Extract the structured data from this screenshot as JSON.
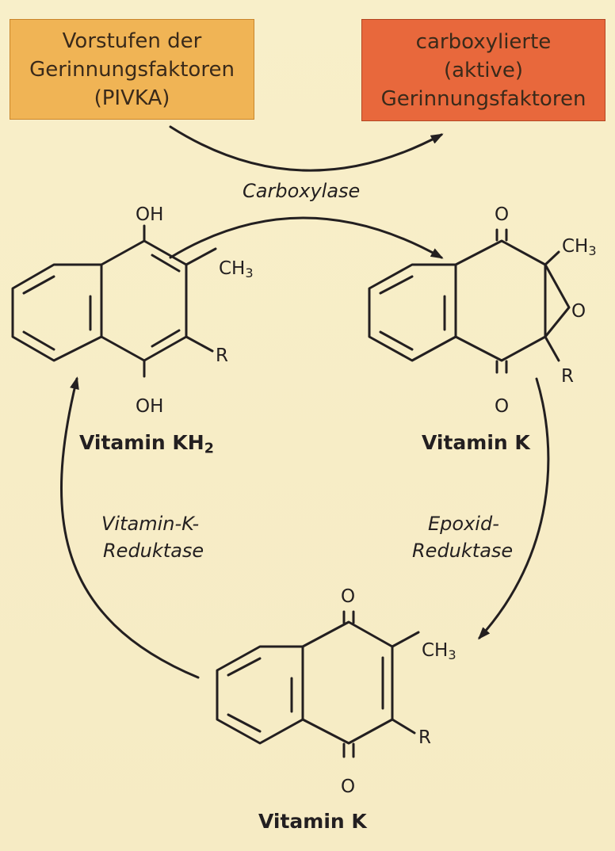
{
  "boxes": {
    "left_line1": "Vorstufen der",
    "left_line2": "Gerinnungsfaktoren",
    "left_line3": "(PIVKA)",
    "right_line1": "carboxylierte",
    "right_line2": "(aktive)",
    "right_line3": "Gerinnungsfaktoren"
  },
  "enzymes": {
    "carboxylase": "Carboxylase",
    "reduktase_left_1": "Vitamin-K-",
    "reduktase_left_2": "Reduktase",
    "epoxid_1": "Epoxid-",
    "epoxid_2": "Reduktase"
  },
  "molecules": {
    "hydroquinone": {
      "name": "Vitamin KH",
      "name_sub": "2",
      "oh_top": "OH",
      "oh_bottom": "OH",
      "methyl": "CH",
      "methyl_sub": "3",
      "r": "R"
    },
    "epoxide": {
      "name": "Vitamin K",
      "o_top": "O",
      "o_bottom": "O",
      "o_ring": "O",
      "methyl": "CH",
      "methyl_sub": "3",
      "r": "R"
    },
    "quinone": {
      "name": "Vitamin K",
      "o_top": "O",
      "o_bottom": "O",
      "methyl": "CH",
      "methyl_sub": "3",
      "r": "R"
    }
  },
  "colors": {
    "background": "#f7eec8",
    "box_left": "#f0b455",
    "box_right": "#e8683c",
    "ink": "#231f20"
  }
}
